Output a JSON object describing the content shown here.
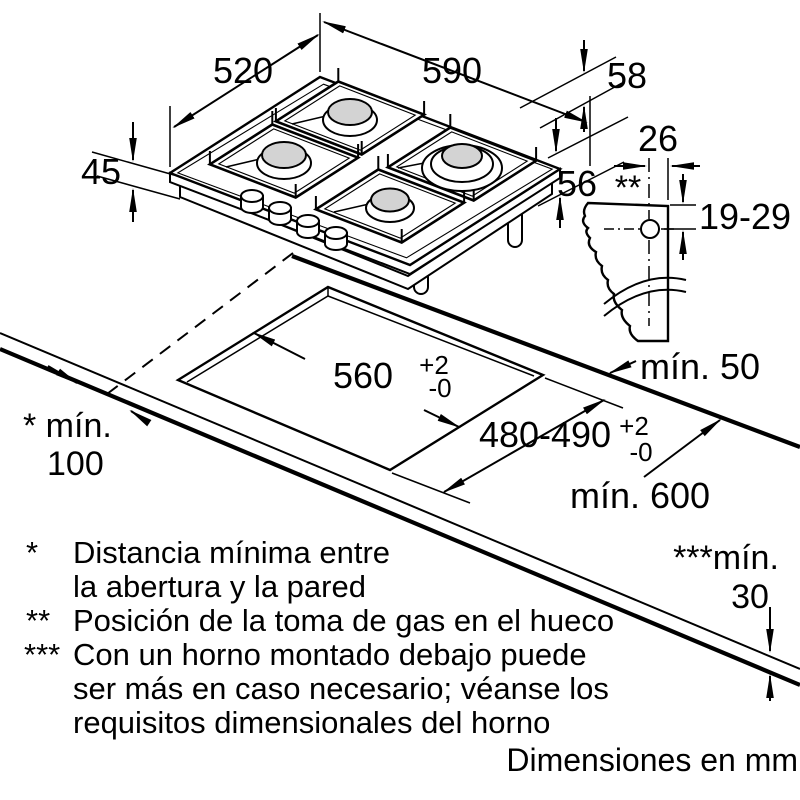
{
  "colors": {
    "line": "#000000",
    "background": "#ffffff",
    "burner_cap": "#d3d3d3"
  },
  "hob": {
    "width_label": "590",
    "depth_label": "520",
    "height_label": "45",
    "edge_height_label": "58",
    "install_depth_label": "56"
  },
  "gas_connection": {
    "offset_label": "26",
    "marker": "**",
    "range_label": "19-29"
  },
  "cutout": {
    "width_label": "560",
    "width_tol_sup": "+2",
    "width_tol_sub": "-0",
    "depth_label": "480-490",
    "depth_tol_sup": "+2",
    "depth_tol_sub": "-0"
  },
  "clearances": {
    "rear_label": "mín. 50",
    "side_label_line1": "* mín.",
    "side_label_line2": "100",
    "front_label": "mín. 600",
    "thickness_label_line1": "***mín.",
    "thickness_label_line2": "30"
  },
  "footnotes": [
    {
      "marker": "*",
      "lines": [
        "Distancia mínima entre",
        "la abertura y la pared"
      ]
    },
    {
      "marker": "**",
      "lines": [
        "Posición de la toma de gas en el hueco"
      ]
    },
    {
      "marker": "***",
      "lines": [
        "Con un horno montado debajo puede",
        "ser más en caso necesario; véanse los",
        "requisitos dimensionales del horno"
      ]
    }
  ],
  "units_note": "Dimensiones en mm"
}
